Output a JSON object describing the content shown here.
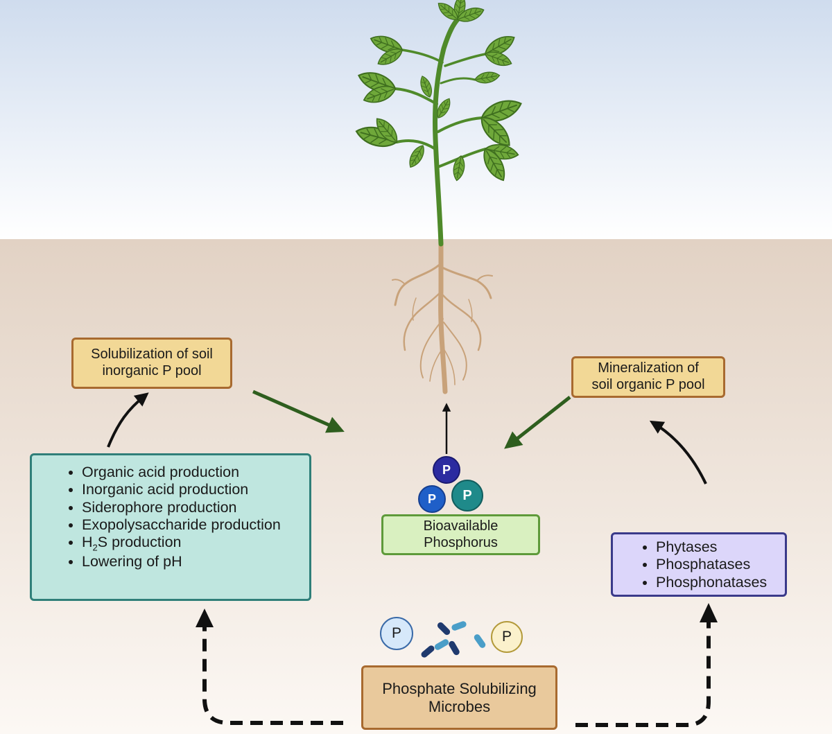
{
  "colors": {
    "sky_top": "#cfdcee",
    "sky_bottom": "#ffffff",
    "soil_top": "#e2d2c4",
    "soil_bottom": "#fcf8f4",
    "leaf": "#6fa83a",
    "leaf_dark": "#3f6f1f",
    "stem": "#4f8a2a",
    "root": "#c8a27a",
    "green_arrow": "#2e5e1e",
    "black_arrow": "#111111"
  },
  "boxes": {
    "inorganic": {
      "line1": "Solubilization of soil",
      "line2": "inorganic P pool"
    },
    "organic": {
      "line1": "Mineralization of",
      "line2": "soil organic P pool"
    },
    "bioavailable": {
      "line1": "Bioavailable",
      "line2": "Phosphorus"
    },
    "microbes": {
      "line1": "Phosphate Solubilizing",
      "line2": "Microbes"
    }
  },
  "mechanisms": {
    "items": [
      "Organic acid production",
      "Inorganic acid production",
      "Siderophore production",
      "Exopolysaccharide production"
    ],
    "h2s": {
      "h": "H",
      "sub": "2",
      "rest": "S production"
    },
    "last": "Lowering of pH"
  },
  "enzymes": {
    "items": [
      "Phytases",
      "Phosphatases",
      "Phosphonatases"
    ]
  },
  "p_symbols": {
    "top": "P",
    "left": "P",
    "right": "P",
    "microbe_left": "P",
    "microbe_right": "P"
  }
}
